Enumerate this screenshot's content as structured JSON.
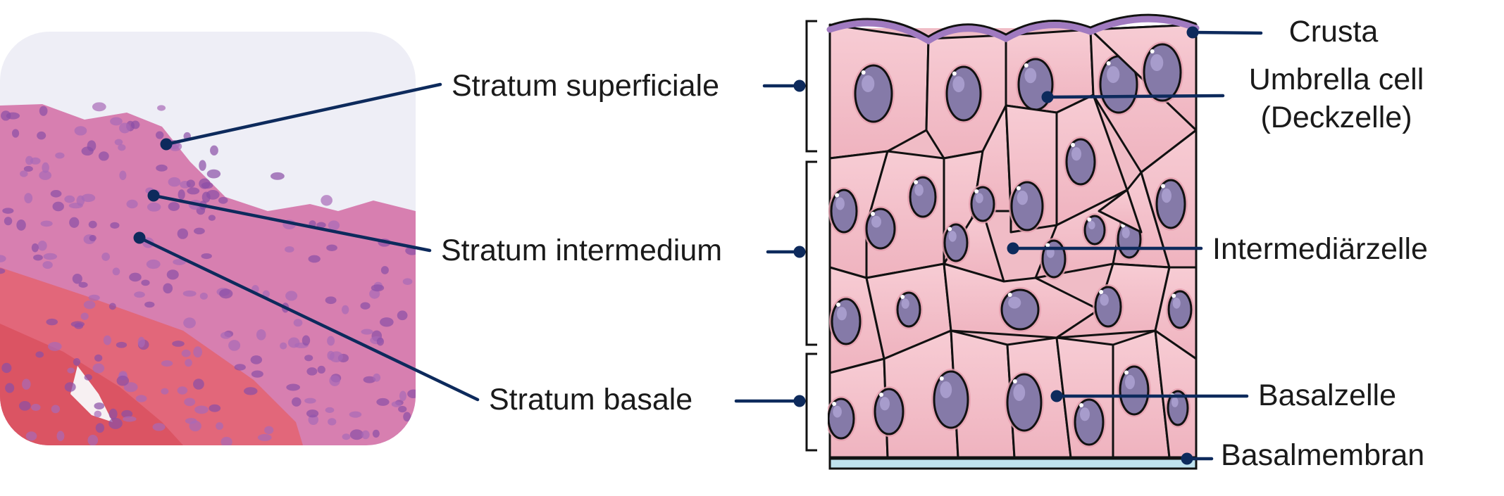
{
  "colors": {
    "leader": "#0d2a5c",
    "cell_fill": "#f4c3cc",
    "cell_stroke": "#111111",
    "nucleus": "#857aa8",
    "crusta": "#a07ac0",
    "basement_membrane": "#bfe2ee",
    "tissue_pink": "#d680a6",
    "tissue_red": "#e0606a"
  },
  "labels": {
    "stratum_superficiale": "Stratum superficiale",
    "stratum_intermedium": "Stratum intermedium",
    "stratum_basale": "Stratum basale",
    "crusta": "Crusta",
    "umbrella_cell_line1": "Umbrella cell",
    "umbrella_cell_line2": "(Deckzelle)",
    "intermediarzelle": "Intermediärzelle",
    "basalzelle": "Basalzelle",
    "basalmembran": "Basalmembran"
  }
}
